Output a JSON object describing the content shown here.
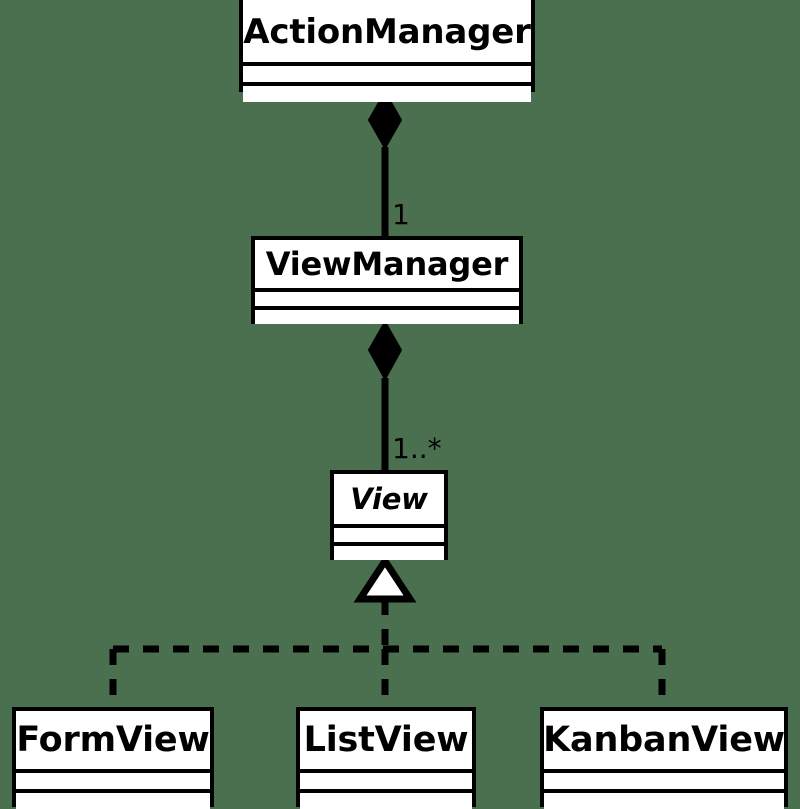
{
  "diagram": {
    "kind": "uml-class-diagram",
    "background_color": "#4a7050",
    "line_color": "#000000",
    "box_fill_color": "#ffffff"
  },
  "classes": [
    {
      "id": "actionmanager",
      "name": "ActionManager",
      "abstract": false,
      "attributes": [],
      "operations": []
    },
    {
      "id": "viewmanager",
      "name": "ViewManager",
      "abstract": false,
      "attributes": [],
      "operations": []
    },
    {
      "id": "view",
      "name": "View",
      "abstract": true,
      "attributes": [],
      "operations": []
    },
    {
      "id": "formview",
      "name": "FormView",
      "abstract": false,
      "attributes": [],
      "operations": []
    },
    {
      "id": "listview",
      "name": "ListView",
      "abstract": false,
      "attributes": [],
      "operations": []
    },
    {
      "id": "kanbanview",
      "name": "KanbanView",
      "abstract": false,
      "attributes": [],
      "operations": []
    }
  ],
  "relationships": [
    {
      "id": "actionmanager-viewmanager",
      "type": "composition",
      "from": "viewmanager",
      "to": "actionmanager",
      "multiplicity": "1",
      "style": "solid",
      "end_marker": "filled-diamond"
    },
    {
      "id": "viewmanager-view",
      "type": "composition",
      "from": "view",
      "to": "viewmanager",
      "multiplicity": "1..*",
      "style": "solid",
      "end_marker": "filled-diamond"
    },
    {
      "id": "view-formview",
      "type": "realization",
      "from": "formview",
      "to": "view",
      "multiplicity": "",
      "style": "dashed",
      "end_marker": "hollow-triangle"
    },
    {
      "id": "view-listview",
      "type": "realization",
      "from": "listview",
      "to": "view",
      "multiplicity": "",
      "style": "dashed",
      "end_marker": "hollow-triangle"
    },
    {
      "id": "view-kanbanview",
      "type": "realization",
      "from": "kanbanview",
      "to": "view",
      "multiplicity": "",
      "style": "dashed",
      "end_marker": "hollow-triangle"
    }
  ],
  "labels": {
    "multiplicity_one": "1",
    "multiplicity_one_to_many": "1..*"
  }
}
